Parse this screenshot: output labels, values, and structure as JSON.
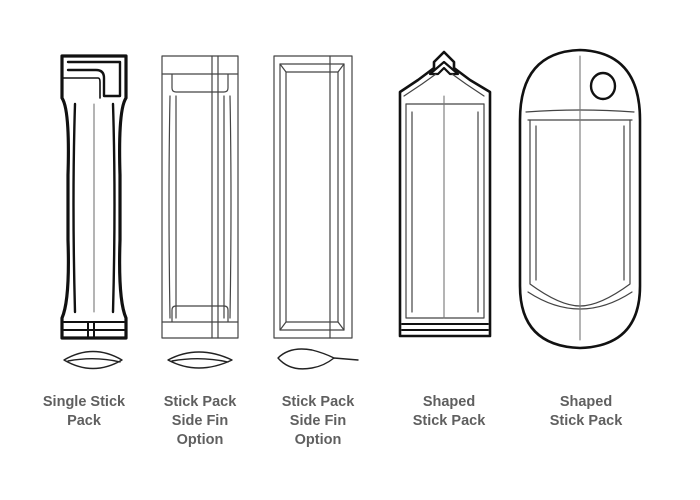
{
  "figures": [
    {
      "id": "single",
      "caption": [
        "Single Stick",
        "Pack"
      ]
    },
    {
      "id": "sidefin-a",
      "caption": [
        "Stick Pack",
        "Side Fin",
        "Option"
      ]
    },
    {
      "id": "sidefin-b",
      "caption": [
        "Stick Pack",
        "Side Fin",
        "Option"
      ]
    },
    {
      "id": "shaped-a",
      "caption": [
        "Shaped",
        "Stick Pack"
      ]
    },
    {
      "id": "shaped-b",
      "caption": [
        "Shaped",
        "Stick Pack"
      ]
    }
  ],
  "colors": {
    "stroke": "#222222",
    "thin": "#777777",
    "caption": "#5f5f5f"
  }
}
